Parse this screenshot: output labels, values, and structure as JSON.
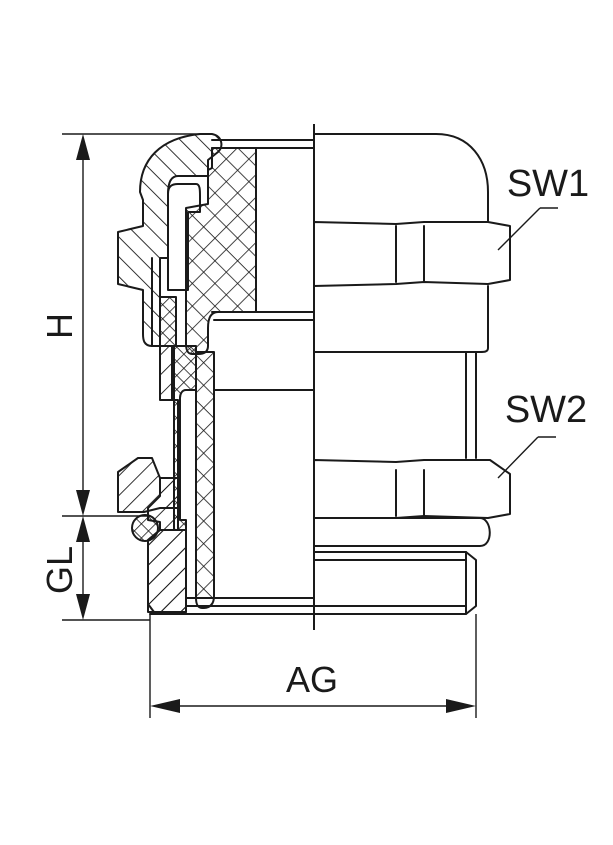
{
  "drawing": {
    "title": "Cable gland — half section / half view",
    "line_color": "#1a1a1a",
    "background": "#ffffff"
  },
  "labels": {
    "sw1": "SW1",
    "sw2": "SW2"
  },
  "dimensions": {
    "height": "H",
    "thread_length": "GL",
    "outer_thread": "AG"
  }
}
